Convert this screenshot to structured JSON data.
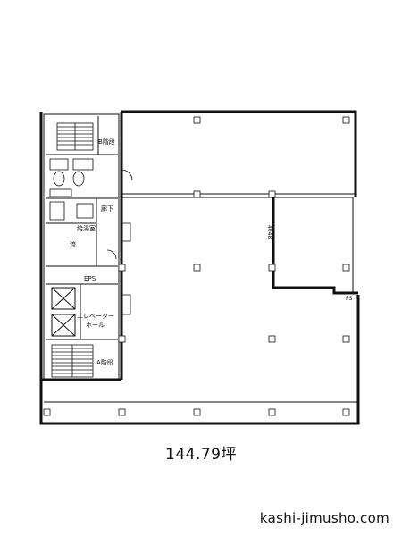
{
  "floor_plan": {
    "labels": {
      "stairs_b": "B階段",
      "hallway": "廊下",
      "supply_room": "給湯室",
      "sink": "流",
      "eps": "EPS",
      "elevator_hall_line1": "エレベーター",
      "elevator_hall_line2": "ホール",
      "stairs_a": "A階段",
      "duct": "PS",
      "vertical_note": "4048"
    },
    "area": "144.79坪",
    "site": "kashi-jimusho.com"
  }
}
